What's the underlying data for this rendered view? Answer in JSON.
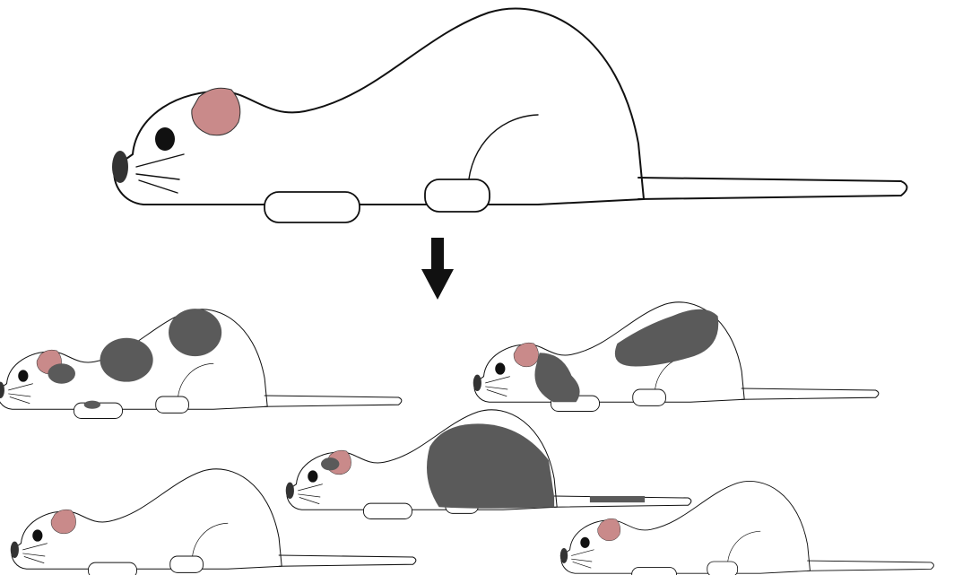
{
  "colors": {
    "background": "#ffffff",
    "outline": "#111111",
    "ear": "#c98a8a",
    "spot": "#5a5a5a"
  },
  "diagram": {
    "parent": {
      "name": "albino-parent-mouse",
      "coat": "white"
    },
    "arrow_icon": "down-arrow-icon",
    "offspring": [
      {
        "name": "offspring-mouse-1",
        "coat": "spotted"
      },
      {
        "name": "offspring-mouse-2",
        "coat": "spotted"
      },
      {
        "name": "offspring-mouse-3",
        "coat": "spotted"
      },
      {
        "name": "offspring-mouse-4",
        "coat": "white"
      },
      {
        "name": "offspring-mouse-5",
        "coat": "white"
      }
    ]
  }
}
